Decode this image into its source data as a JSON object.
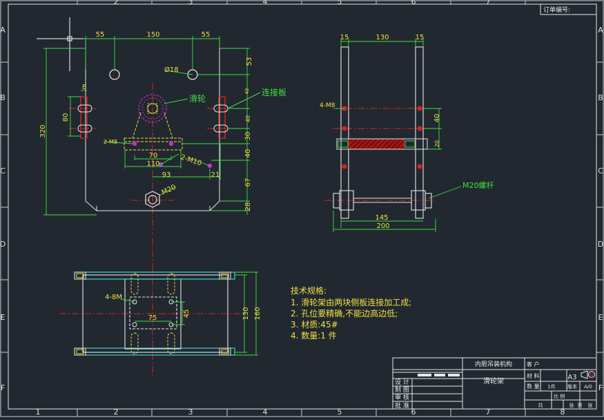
{
  "frame": {
    "col_marks": [
      "1",
      "2",
      "3",
      "4",
      "5",
      "6",
      "7",
      "8"
    ],
    "row_marks": [
      "A",
      "B",
      "C",
      "D",
      "E",
      "F"
    ]
  },
  "order_label": "订单编号:",
  "front_view": {
    "dims": {
      "d55a": "55",
      "d150": "150",
      "d55b": "55",
      "d53": "53",
      "dphi18": "Ø18",
      "d8": "8",
      "d80": "80",
      "d42": "42",
      "d40a": "40",
      "d30": "30",
      "d40b": "40",
      "d67": "67",
      "d28": "28",
      "d320": "320",
      "d2m8": "2-M8",
      "d70": "70",
      "d110": "110",
      "d2m10": "2-M10",
      "d93": "93",
      "d21": "21",
      "dm20": "M20"
    },
    "labels": {
      "pulley": "滑轮",
      "connector_plate": "连接板"
    }
  },
  "side_view": {
    "dims": {
      "d15a": "15",
      "d130": "130",
      "d15b": "15",
      "d4m8": "4-M8",
      "d40": "40",
      "d20": "20",
      "d145": "145",
      "d200": "200"
    },
    "labels": {
      "screw": "M20螺杆"
    }
  },
  "top_view": {
    "dims": {
      "d4m8": "4-8M",
      "d45": "45",
      "d75": "75",
      "d130": "130",
      "d160": "160"
    }
  },
  "notes": {
    "title": "技术规格:",
    "items": [
      "1. 滑轮架由两块侧板连接加工成;",
      "2. 孔位要精确,不能边高边低;",
      "3. 材质:45#",
      "4. 数量:1 件"
    ]
  },
  "title_block": {
    "product": "内胆吊装机构",
    "customer_label": "客 户",
    "material_label": "材 料",
    "sheet_size": "A3",
    "part_name": "滑轮架",
    "qty_label": "数 量",
    "qty_value": "1件",
    "version_label": "版本",
    "version_value": "A/0",
    "sign_rows": [
      "设 计",
      "制 图",
      "审 核",
      "批 准"
    ],
    "scale_label": "比 例",
    "total_label": "共",
    "sheet_label": "张",
    "page_label": "第",
    "page_label2": "张"
  }
}
